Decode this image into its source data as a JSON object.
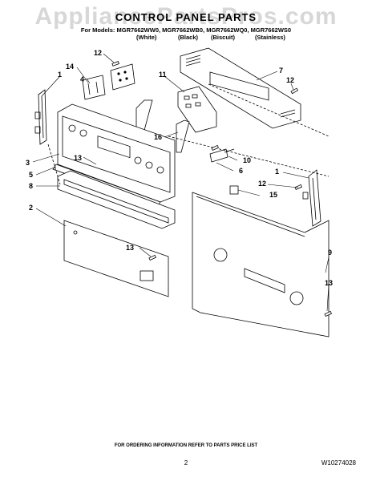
{
  "watermark": "AppliancePartsPros.com",
  "title": "CONTROL PANEL PARTS",
  "models_line": "For Models: MGR7662WW0, MGR7662WB0, MGR7662WQ0, MGR7662WS0",
  "variants": [
    "(White)",
    "(Black)",
    "(Biscuit)",
    "(Stainless)"
  ],
  "callouts": [
    "12",
    "4",
    "14",
    "1",
    "11",
    "7",
    "12",
    "16",
    "3",
    "13",
    "5",
    "8",
    "2",
    "10",
    "6",
    "1",
    "12",
    "15",
    "13",
    "9",
    "13"
  ],
  "footer": "FOR ORDERING INFORMATION REFER TO PARTS PRICE LIST",
  "page_number": "2",
  "doc_number": "W10274028"
}
